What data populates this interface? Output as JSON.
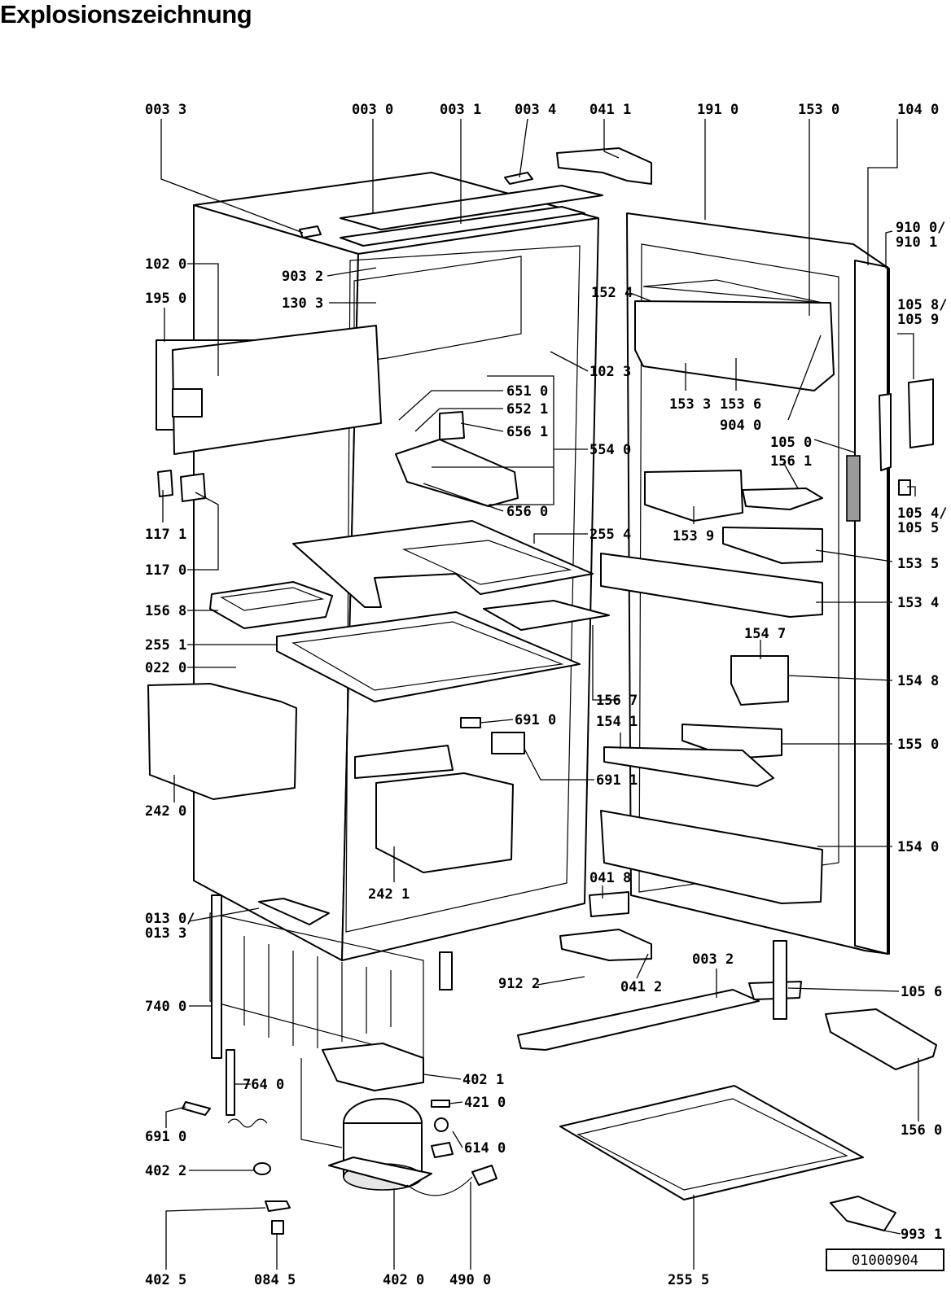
{
  "title": "Explosionszeichnung",
  "drawing_number": "01000904",
  "labels": [
    "003 3",
    "003 0",
    "003 1",
    "003 4",
    "041 1",
    "191 0",
    "153 0",
    "104 0",
    "910 0/",
    "910 1",
    "102 0",
    "903 2",
    "195 0",
    "130 3",
    "152 4",
    "105 8/",
    "105 9",
    "102 3",
    "651 0",
    "652 1",
    "656 1",
    "153 3",
    "153 6",
    "904 0",
    "554 0",
    "105 0",
    "156 1",
    "117 1",
    "656 0",
    "153 9",
    "105 4/",
    "105 5",
    "255 4",
    "117 0",
    "153 5",
    "156 8",
    "153 4",
    "154 7",
    "255 1",
    "022 0",
    "154 8",
    "156 7",
    "691 0",
    "154 1",
    "155 0",
    "691 1",
    "242 0",
    "154 0",
    "041 8",
    "242 1",
    "013 0/",
    "013 3",
    "003 2",
    "912 2",
    "041 2",
    "105 6",
    "740 0",
    "402 1",
    "764 0",
    "421 0",
    "156 0",
    "691 0",
    "614 0",
    "402 2",
    "993 1",
    "402 5",
    "084 5",
    "402 0",
    "490 0",
    "255 5"
  ]
}
